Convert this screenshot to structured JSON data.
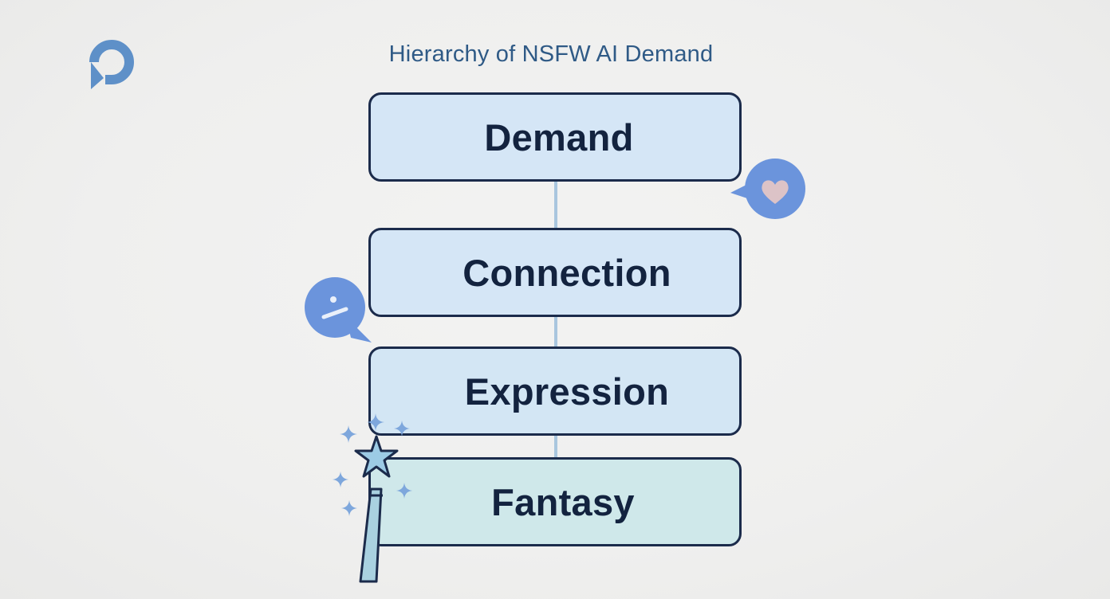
{
  "diagram": {
    "title": "Hierarchy of NSFW AI Demand",
    "levels": [
      "Demand",
      "Connection",
      "Expression",
      "Fantasy"
    ]
  },
  "colors": {
    "title": "#2f5a86",
    "box_border": "#1b2b4b",
    "box_fill": "#d5e6f6",
    "bottom_box_fill": "#cfe8ea",
    "accent_blue": "#6b94dc",
    "logo_blue": "#5e90c8"
  },
  "icons": [
    "logo-icon",
    "heart-chat-bubble-icon",
    "thinking-chat-bubble-icon",
    "magic-wand-icon",
    "sparkle-icon"
  ]
}
